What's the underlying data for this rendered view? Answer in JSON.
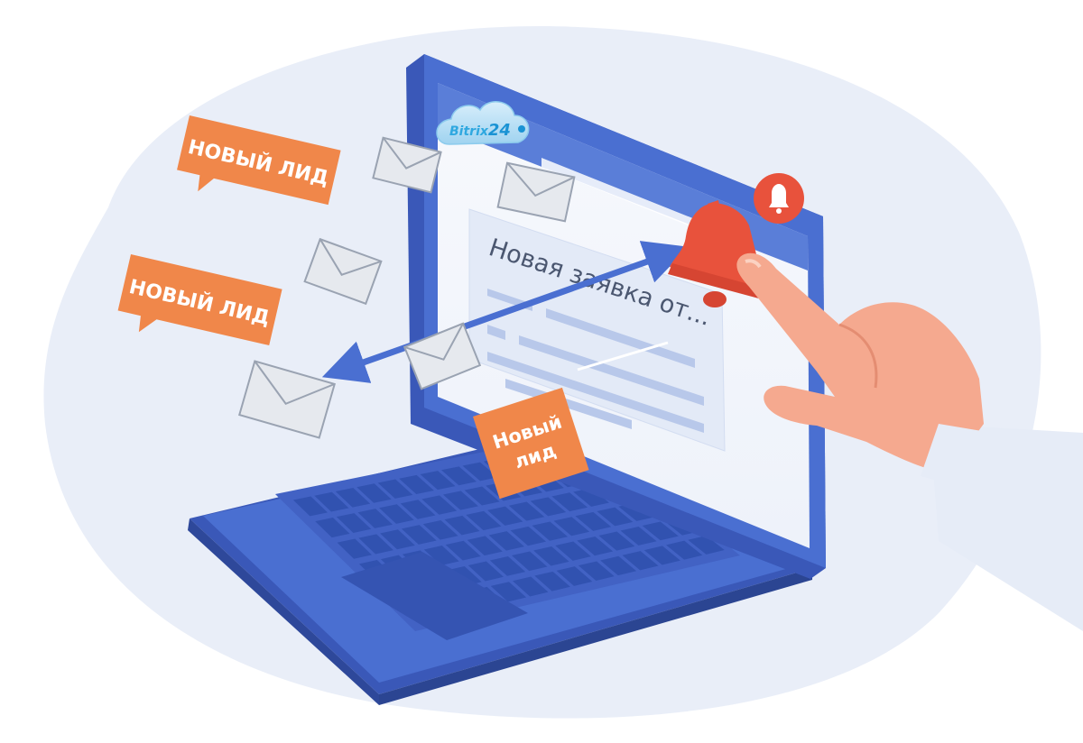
{
  "brand": {
    "name": "Bitrix",
    "number": "24",
    "color": "#2fa8e0"
  },
  "screen": {
    "headline": "Новая заявка от..."
  },
  "badges": {
    "lead_1": "НОВЫЙ ЛИД",
    "lead_2": "НОВЫЙ ЛИД",
    "lead_3_line1": "Новый",
    "lead_3_line2": "лид"
  },
  "icons": [
    "envelope-icon",
    "bell-icon",
    "pointing-hand-icon",
    "arrow-icon",
    "cloud-logo-icon"
  ],
  "colors": {
    "background_blob": "#e9eef8",
    "laptop_blue": "#4a6fd1",
    "laptop_dark": "#3a58b8",
    "keyboard_key": "#3654b4",
    "badge_orange": "#f0874a",
    "bell_red": "#e8523c",
    "envelope": "#e6e9ee",
    "skin": "#f5a98f"
  }
}
